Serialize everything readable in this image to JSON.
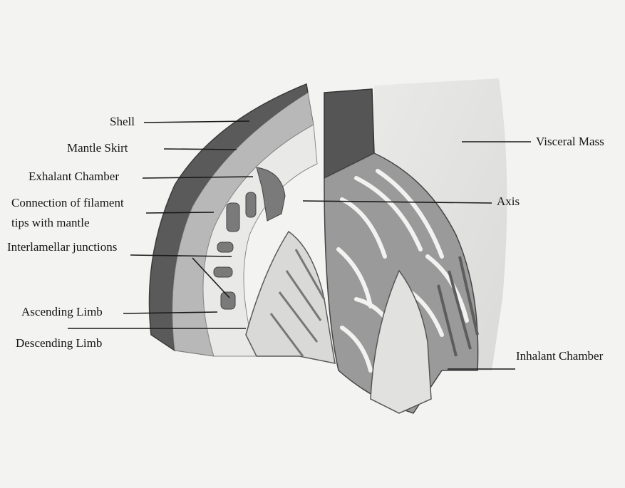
{
  "labels": {
    "shell": "Shell",
    "mantle_skirt": "Mantle Skirt",
    "exhalant_chamber": "Exhalant Chamber",
    "connection_line1": "Connection of filament",
    "connection_line2": "tips with mantle",
    "interlamellar": "Interlamellar junctions",
    "ascending_limb": "Ascending Limb",
    "descending_limb": "Descending Limb",
    "visceral_mass": "Visceral Mass",
    "axis": "Axis",
    "inhalant_chamber": "Inhalant Chamber"
  },
  "colors": {
    "paper": "#f3f3f1",
    "pencil_dark": "#4a4a4a",
    "pencil_mid": "#8c8c8c",
    "pencil_light": "#c9c9c9",
    "ink": "#151515"
  }
}
